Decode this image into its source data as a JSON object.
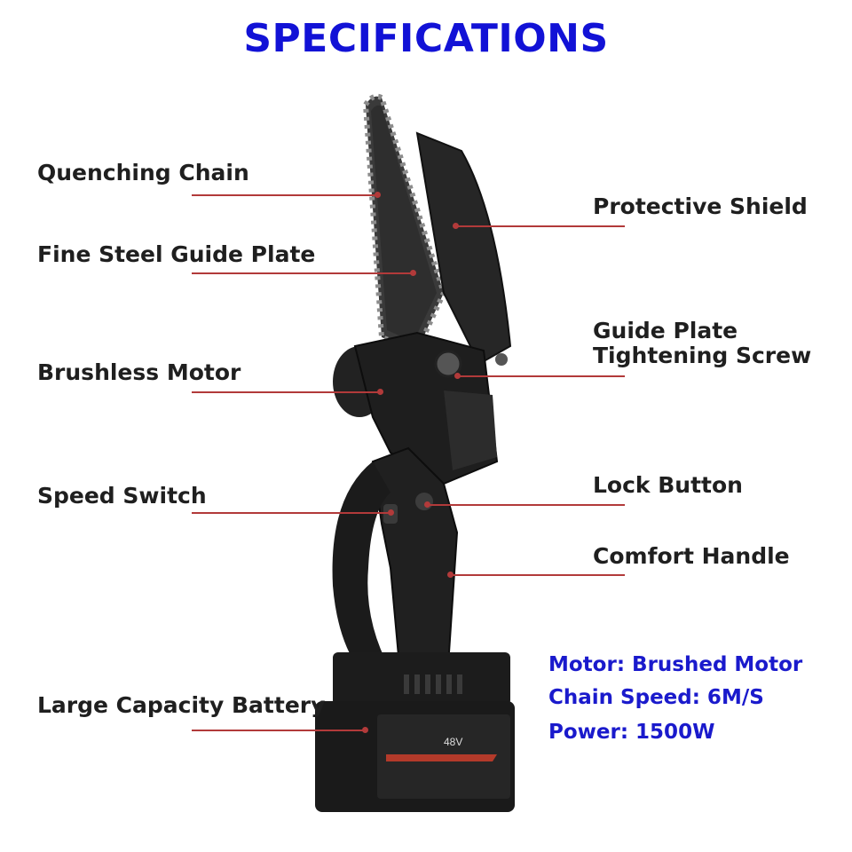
{
  "title": "SPECIFICATIONS",
  "labels": {
    "quenching_chain": "Quenching Chain",
    "fine_steel_guide_plate": "Fine Steel Guide Plate",
    "brushless_motor": "Brushless Motor",
    "speed_switch": "Speed Switch",
    "large_capacity_battery": "Large Capacity Battery",
    "protective_shield": "Protective Shield",
    "guide_plate_line1": "Guide Plate",
    "guide_plate_line2": "Tightening Screw",
    "lock_button": "Lock Button",
    "comfort_handle": "Comfort Handle"
  },
  "specs": {
    "motor": "Motor: Brushed Motor",
    "chain_speed": "Chain Speed: 6M/S",
    "power": "Power: 1500W"
  },
  "battery_marking": "48V",
  "colors": {
    "title": "#1212d6",
    "specs": "#1a1acc",
    "callout_line": "#b23a3a",
    "body": "#2a2a2a"
  }
}
